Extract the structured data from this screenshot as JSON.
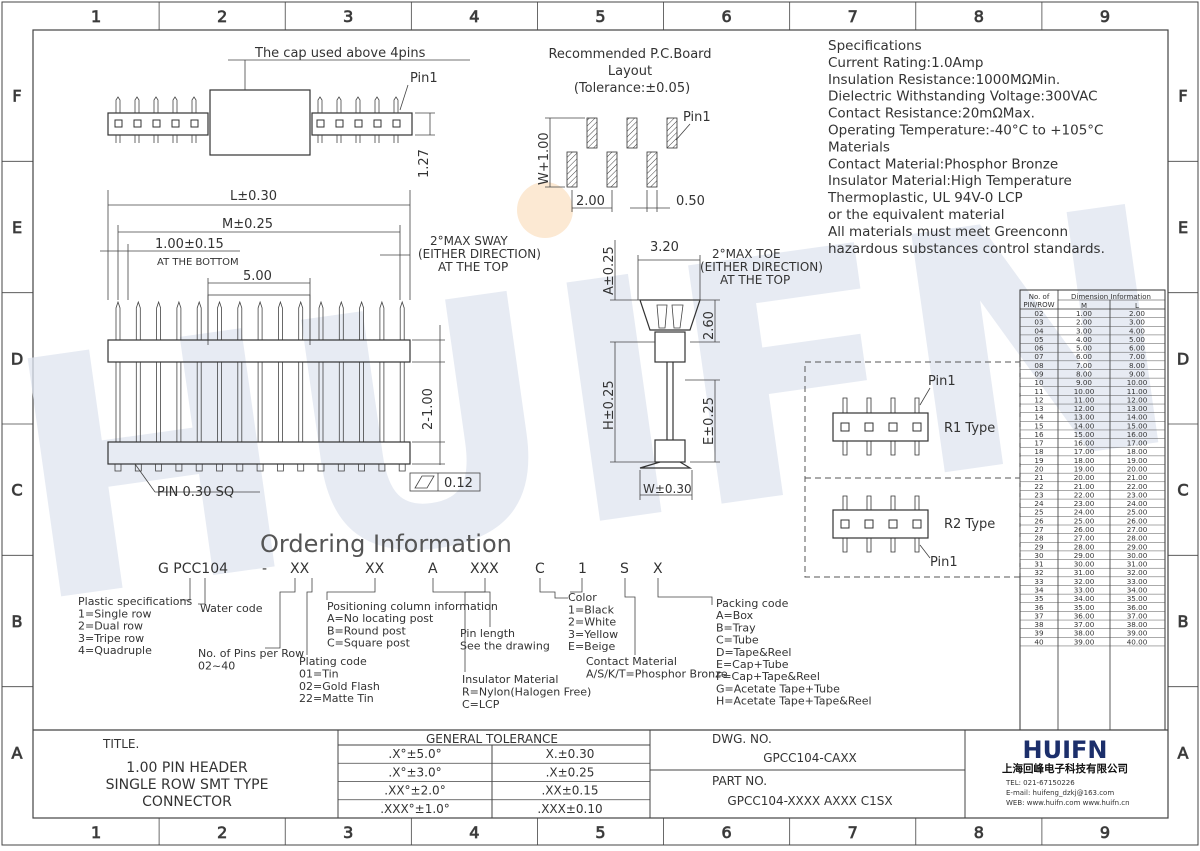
{
  "frame": {
    "columns": [
      "1",
      "2",
      "3",
      "4",
      "5",
      "6",
      "7",
      "8",
      "9"
    ],
    "rows": [
      "F",
      "E",
      "D",
      "C",
      "B",
      "A"
    ]
  },
  "header_view": {
    "cap_label": "The cap used above 4pins",
    "pin1": "Pin1",
    "dim_height": "1.27",
    "dim_L": "L±0.30",
    "dim_M": "M±0.25",
    "dim_pitch": "1.00±0.15",
    "pitch_note": "AT THE BOTTOM",
    "dim_5": "5.00",
    "sway_1": "2°MAX SWAY",
    "sway_2": "(EITHER DIRECTION)",
    "sway_3": "AT THE TOP",
    "dim_vertical": "2-1.00",
    "pin_sq": "PIN 0.30 SQ",
    "flatness": "0.12"
  },
  "pcb_layout": {
    "title1": "Recommended P.C.Board",
    "title2": "Layout",
    "tolerance": "(Tolerance:±0.05)",
    "pin1": "Pin1",
    "dim_w": "W+1.00",
    "dim_200": "2.00",
    "dim_050": "0.50"
  },
  "side_view": {
    "dim_320": "3.20",
    "dim_a": "A±0.25",
    "dim_260": "2.60",
    "toe_1": "2°MAX TOE",
    "toe_2": "(EITHER DIRECTION)",
    "toe_3": "AT THE TOP",
    "dim_h": "H±0.25",
    "dim_e": "E±0.25",
    "dim_w": "W±0.30"
  },
  "specifications": [
    "Specifications",
    "Current Rating:1.0Amp",
    "Insulation Resistance:1000MΩMin.",
    "Dielectric Withstanding Voltage:300VAC",
    "Contact Resistance:20mΩMax.",
    "Operating Temperature:-40°C to +105°C",
    "Materials",
    "Contact Material:Phosphor Bronze",
    "Insulator Material:High Temperature",
    "Thermoplastic, UL 94V-0 LCP",
    "or the equivalent material",
    "All materials must meet Greenconn",
    "hazardous substances control standards."
  ],
  "dimension_table": {
    "header_left": "No. of",
    "header_left2": "PIN/ROW",
    "header_right": "Dimension Information",
    "col_m": "M",
    "col_l": "L",
    "rows": [
      [
        "02",
        "1.00",
        "2.00"
      ],
      [
        "03",
        "2.00",
        "3.00"
      ],
      [
        "04",
        "3.00",
        "4.00"
      ],
      [
        "05",
        "4.00",
        "5.00"
      ],
      [
        "06",
        "5.00",
        "6.00"
      ],
      [
        "07",
        "6.00",
        "7.00"
      ],
      [
        "08",
        "7.00",
        "8.00"
      ],
      [
        "09",
        "8.00",
        "9.00"
      ],
      [
        "10",
        "9.00",
        "10.00"
      ],
      [
        "11",
        "10.00",
        "11.00"
      ],
      [
        "12",
        "11.00",
        "12.00"
      ],
      [
        "13",
        "12.00",
        "13.00"
      ],
      [
        "14",
        "13.00",
        "14.00"
      ],
      [
        "15",
        "14.00",
        "15.00"
      ],
      [
        "16",
        "15.00",
        "16.00"
      ],
      [
        "17",
        "16.00",
        "17.00"
      ],
      [
        "18",
        "17.00",
        "18.00"
      ],
      [
        "19",
        "18.00",
        "19.00"
      ],
      [
        "20",
        "19.00",
        "20.00"
      ],
      [
        "21",
        "20.00",
        "21.00"
      ],
      [
        "22",
        "21.00",
        "22.00"
      ],
      [
        "23",
        "22.00",
        "23.00"
      ],
      [
        "24",
        "23.00",
        "24.00"
      ],
      [
        "25",
        "24.00",
        "25.00"
      ],
      [
        "26",
        "25.00",
        "26.00"
      ],
      [
        "27",
        "26.00",
        "27.00"
      ],
      [
        "28",
        "27.00",
        "28.00"
      ],
      [
        "29",
        "28.00",
        "29.00"
      ],
      [
        "30",
        "29.00",
        "30.00"
      ],
      [
        "31",
        "30.00",
        "31.00"
      ],
      [
        "32",
        "31.00",
        "32.00"
      ],
      [
        "33",
        "32.00",
        "33.00"
      ],
      [
        "34",
        "33.00",
        "34.00"
      ],
      [
        "35",
        "34.00",
        "35.00"
      ],
      [
        "36",
        "35.00",
        "36.00"
      ],
      [
        "37",
        "36.00",
        "37.00"
      ],
      [
        "38",
        "37.00",
        "38.00"
      ],
      [
        "39",
        "38.00",
        "39.00"
      ],
      [
        "40",
        "39.00",
        "40.00"
      ]
    ]
  },
  "types": {
    "r1_label": "R1  Type",
    "r2_label": "R2  Type",
    "pin1": "Pin1"
  },
  "ordering": {
    "title": "Ordering Information",
    "code": [
      "G PCC104",
      "-",
      "XX",
      "XX",
      "A",
      "XXX",
      "C",
      "1",
      "S",
      "X"
    ],
    "plastic": [
      "Plastic specifications",
      "1=Single row",
      "2=Dual row",
      "3=Tripe row",
      "4=Quadruple"
    ],
    "water": "Water code",
    "pins": [
      "No. of Pins per Row",
      "02~40"
    ],
    "plating": [
      "Plating code",
      "01=Tin",
      "02=Gold Flash",
      "22=Matte Tin"
    ],
    "positioning": [
      "Positioning column information",
      "A=No locating post",
      "B=Round post",
      "C=Square post"
    ],
    "pin_length": [
      "Pin length",
      "See the drawing"
    ],
    "insulator": [
      "Insulator Material",
      "R=Nylon(Halogen Free)",
      "C=LCP"
    ],
    "color": [
      "Color",
      "1=Black",
      "2=White",
      "3=Yellow",
      "E=Beige"
    ],
    "contact": [
      "Contact Material",
      "A/S/K/T=Phosphor Bronze"
    ],
    "packing": [
      "Packing code",
      "A=Box",
      "B=Tray",
      "C=Tube",
      "D=Tape&Reel",
      "E=Cap+Tube",
      "F=Cap+Tape&Reel",
      "G=Acetate Tape+Tube",
      "H=Acetate Tape+Tape&Reel"
    ]
  },
  "title_block": {
    "title_label": "TITLE.",
    "title_lines": [
      "1.00 PIN HEADER",
      "SINGLE ROW SMT TYPE",
      "CONNECTOR"
    ],
    "tolerance_header": "GENERAL TOLERANCE",
    "tolerance_rows": [
      [
        ".X°±5.0°",
        "X.±0.30"
      ],
      [
        ".X°±3.0°",
        ".X±0.25"
      ],
      [
        ".XX°±2.0°",
        ".XX±0.15"
      ],
      [
        ".XXX°±1.0°",
        ".XXX±0.10"
      ]
    ],
    "dwg_label": "DWG. NO.",
    "dwg_value": "GPCC104-CAXX",
    "part_label": "PART NO.",
    "part_value": "GPCC104-XXXX AXXX C1SX",
    "company_logo": "HUIFN",
    "company_name": "上海回峰电子科技有限公司",
    "tel": "TEL: 021-67150226",
    "email": "E-mail: huifeng_dzkj@163.com",
    "web": "WEB: www.huifn.com  www.huifn.cn"
  },
  "watermark": "HUIFN"
}
